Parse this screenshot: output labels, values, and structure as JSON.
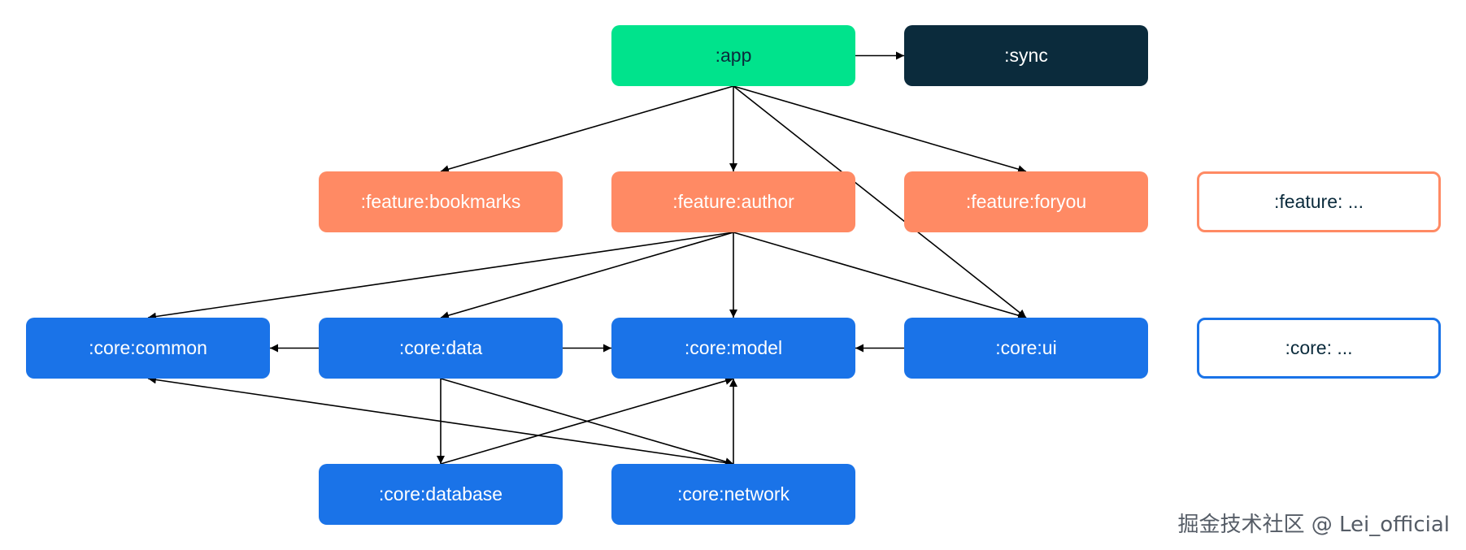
{
  "nodes": {
    "app": ":app",
    "sync": ":sync",
    "feature_bookmarks": ":feature:bookmarks",
    "feature_author": ":feature:author",
    "feature_foryou": ":feature:foryou",
    "legend_feature": ":feature: ...",
    "core_common": ":core:common",
    "core_data": ":core:data",
    "core_model": ":core:model",
    "core_ui": ":core:ui",
    "legend_core": ":core: ...",
    "core_database": ":core:database",
    "core_network": ":core:network"
  },
  "edges": [
    [
      "app",
      "sync"
    ],
    [
      "app",
      "feature_bookmarks"
    ],
    [
      "app",
      "feature_author"
    ],
    [
      "app",
      "feature_foryou"
    ],
    [
      "app",
      "core_ui"
    ],
    [
      "feature_author",
      "core_common"
    ],
    [
      "feature_author",
      "core_data"
    ],
    [
      "feature_author",
      "core_model"
    ],
    [
      "feature_author",
      "core_ui"
    ],
    [
      "core_data",
      "core_common"
    ],
    [
      "core_data",
      "core_model"
    ],
    [
      "core_ui",
      "core_model"
    ],
    [
      "core_data",
      "core_database"
    ],
    [
      "core_data",
      "core_network"
    ],
    [
      "core_database",
      "core_model"
    ],
    [
      "core_network",
      "core_model"
    ],
    [
      "core_network",
      "core_common"
    ]
  ],
  "colors": {
    "app": "#00e38c",
    "dark": "#0b2b3c",
    "feature": "#ff8a64",
    "core": "#1a73e8"
  },
  "watermark": "掘金技术社区 @ Lei_official"
}
